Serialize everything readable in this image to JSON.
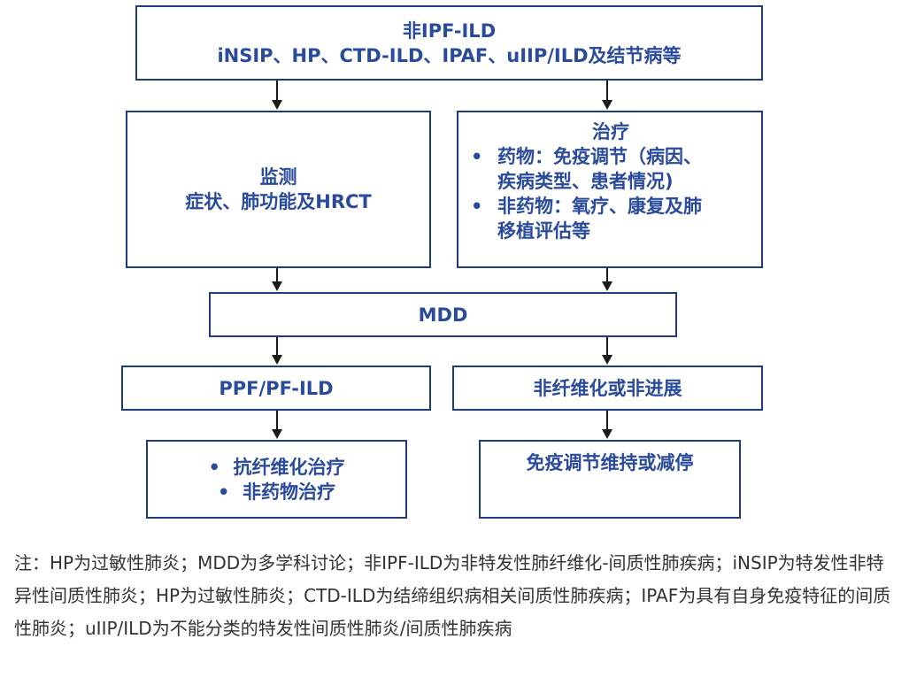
{
  "top": {
    "line1": "非IPF-ILD",
    "line2": "iNSIP、HP、CTD-ILD、IPAF、uIIP/ILD及结节病等"
  },
  "monitor": {
    "title": "监测",
    "body": "症状、肺功能及HRCT"
  },
  "treatment": {
    "title": "治疗",
    "bullet_char": "•",
    "items": [
      {
        "line1": "药物：免疫调节（病因、",
        "line2": "疾病类型、患者情况)"
      },
      {
        "line1": "非药物：氧疗、康复及肺",
        "line2": "移植评估等"
      }
    ]
  },
  "mdd": {
    "label": "MDD"
  },
  "ppf": {
    "label": "PPF/PF-ILD"
  },
  "nonfib": {
    "label": "非纤维化或非进展"
  },
  "antifib": {
    "bullet_char": "•",
    "items": [
      "抗纤维化治疗",
      "非药物治疗"
    ]
  },
  "immune": {
    "label": "免疫调节维持或减停"
  },
  "note": {
    "text": "注：HP为过敏性肺炎；MDD为多学科讨论；非IPF-ILD为非特发性肺纤维化-间质性肺疾病；iNSIP为特发性非特异性间质性肺炎；HP为过敏性肺炎；CTD-ILD为结缔组织病相关间质性肺疾病；IPAF为具有自身免疫特征的间质性肺炎；uIIP/ILD为不能分类的特发性间质性肺炎/间质性肺疾病"
  },
  "colors": {
    "border": "#1f3b7a",
    "text": "#2a4b9b",
    "note_text": "#333333"
  }
}
